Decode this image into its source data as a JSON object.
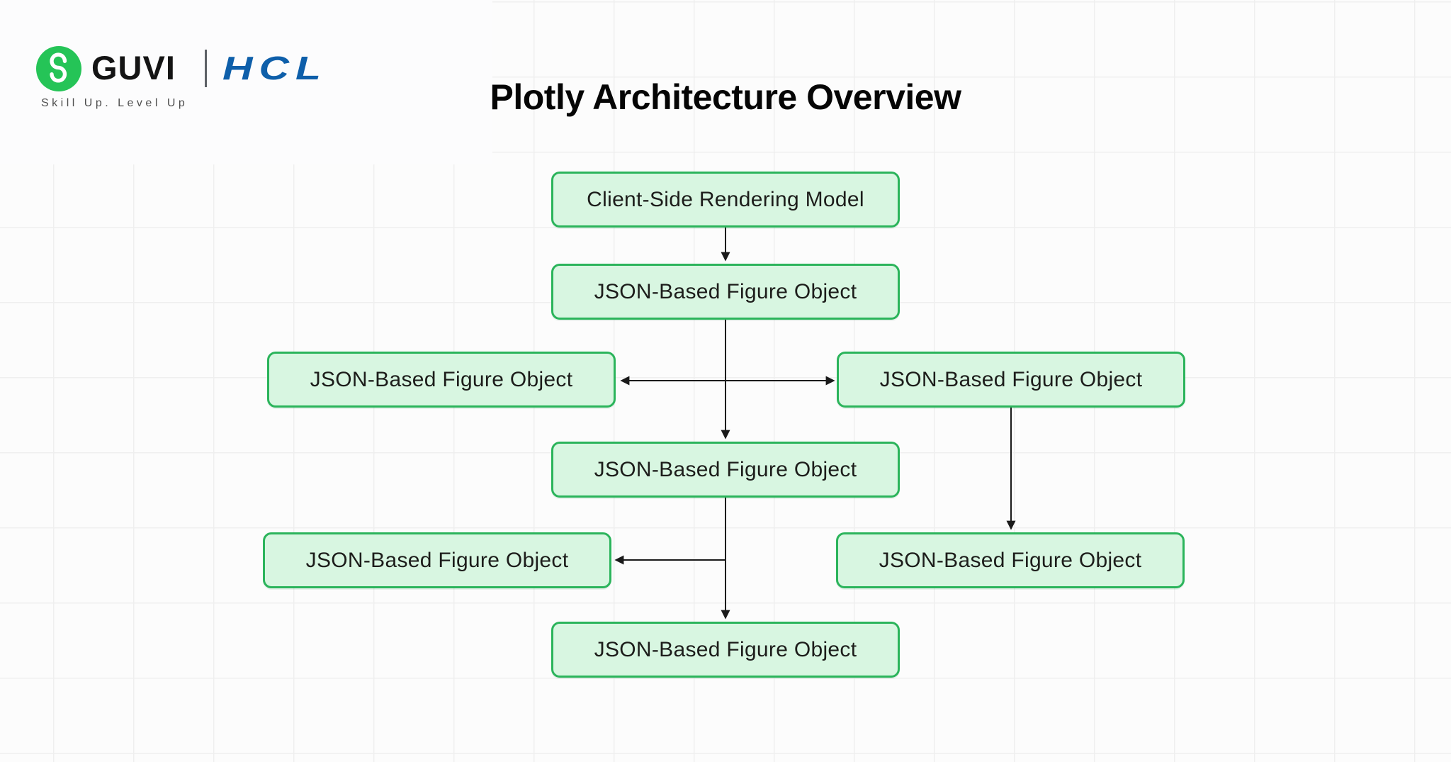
{
  "brand": {
    "guvi_wordmark": "GUVI",
    "hcl_wordmark": "HCL",
    "tagline": "Skill Up. Level Up",
    "guvi_green": "#25C457",
    "hcl_blue": "#0E5FAA"
  },
  "title": "Plotly Architecture Overview",
  "diagram": {
    "style": {
      "node_fill": "#D8F6E1",
      "node_border": "#2BB45B",
      "node_text": "#1D1D1B",
      "arrow": "#1A1A1A",
      "background": "#FCFCFC",
      "grid_line": "#EFEFEF"
    },
    "nodes": [
      {
        "id": "client-side-rendering-model",
        "label": "Client-Side Rendering Model"
      },
      {
        "id": "figure-object-root",
        "label": "JSON-Based Figure Object"
      },
      {
        "id": "figure-object-left-1",
        "label": "JSON-Based Figure Object"
      },
      {
        "id": "figure-object-right-1",
        "label": "JSON-Based Figure Object"
      },
      {
        "id": "figure-object-center",
        "label": "JSON-Based Figure Object"
      },
      {
        "id": "figure-object-left-2",
        "label": "JSON-Based Figure Object"
      },
      {
        "id": "figure-object-right-2",
        "label": "JSON-Based Figure Object"
      },
      {
        "id": "figure-object-bottom",
        "label": "JSON-Based Figure Object"
      }
    ],
    "edges": [
      {
        "from": "client-side-rendering-model",
        "to": "figure-object-root"
      },
      {
        "from": "figure-object-root",
        "to": "figure-object-left-1"
      },
      {
        "from": "figure-object-root",
        "to": "figure-object-right-1"
      },
      {
        "from": "figure-object-root",
        "to": "figure-object-center"
      },
      {
        "from": "figure-object-right-1",
        "to": "figure-object-right-2"
      },
      {
        "from": "figure-object-center",
        "to": "figure-object-left-2"
      },
      {
        "from": "figure-object-center",
        "to": "figure-object-bottom"
      }
    ]
  }
}
